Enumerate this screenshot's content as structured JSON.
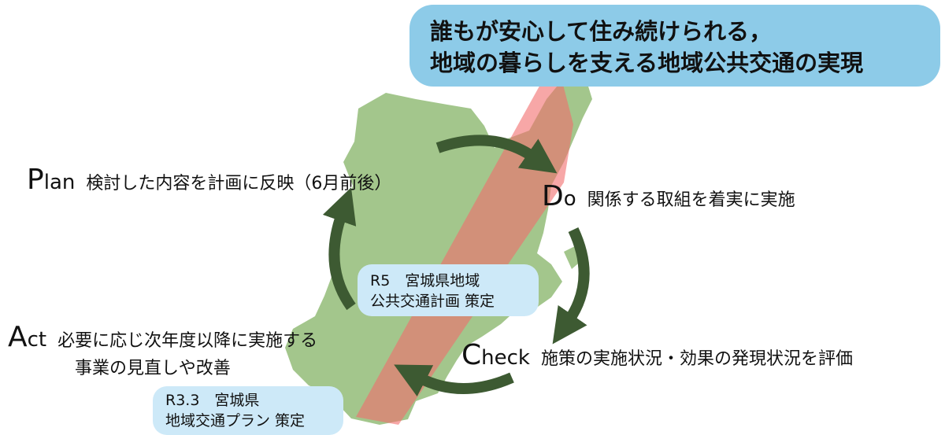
{
  "goal": {
    "line1": "誰もが安心して住み続けられる，",
    "line2": "地域の暮らしを支える地域公共交通の実現"
  },
  "plan": {
    "letter": "P",
    "word": "lan",
    "description": "検討した内容を計画に反映（6月前後）"
  },
  "do": {
    "letter": "D",
    "word": "o",
    "description": "関係する取組を着実に実施"
  },
  "check": {
    "letter": "C",
    "word": "heck",
    "description": "施策の実施状況・効果の発現状況を評価"
  },
  "act": {
    "letter": "A",
    "word": "ct",
    "description_line1": "必要に応じ次年度以降に実施する",
    "description_line2": "事業の見直しや改善"
  },
  "milestones": {
    "r5": {
      "line1": "R5　宮城県地域",
      "line2": "公共交通計画 策定"
    },
    "r33": {
      "line1": "R3.3　宮城県",
      "line2": "地域交通プラン 策定"
    }
  },
  "colors": {
    "map": "#a3c68c",
    "goal_box": "#8dcbe8",
    "note_box": "#cde9f8",
    "cycle_arrow": "#3d5a32",
    "band": "#f26d6d"
  }
}
